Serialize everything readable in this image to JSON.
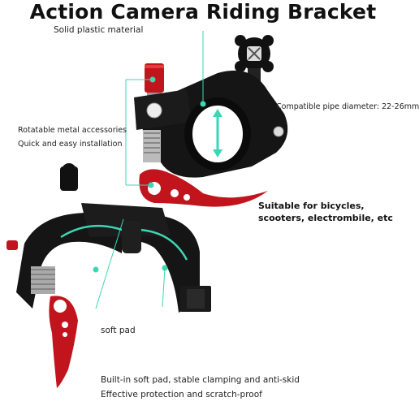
{
  "title": "Action Camera Riding Bracket",
  "labels": {
    "material": "Solid plastic material",
    "pipe_diameter": "Compatible pipe diameter: 22-26mm",
    "rotatable": "Rotatable metal accessories",
    "install": "Quick and easy installation",
    "suitable_1": "Suitable for bicycles,",
    "suitable_2": "scooters, electrombile, etc",
    "soft_pad": "soft pad",
    "builtin_pad": "Built-in soft pad, stable clamping and anti-skid",
    "protection": "Effective protection and scratch-proof"
  },
  "colors": {
    "accent": "#3dd6b4",
    "metal_red": "#c2141c",
    "body_black": "#151515"
  }
}
